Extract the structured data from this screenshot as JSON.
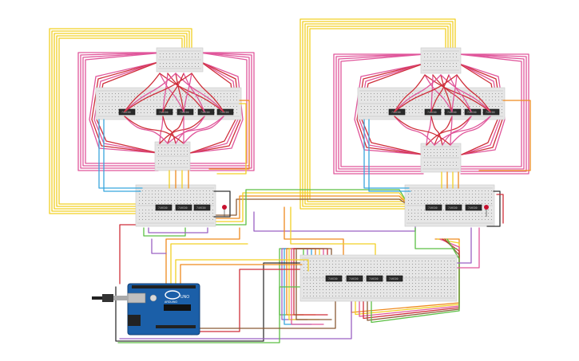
{
  "chip_label": "74HC00",
  "board": {
    "brand_text": "ARDUINO",
    "model_text": "UNO"
  },
  "colors": {
    "breadboard": "#e6e6e6",
    "chip": "#2b2b2b",
    "arduino": "#1b5fa8",
    "wire_yellow": "#f2d024",
    "wire_pink": "#e0569b",
    "wire_red": "#cf2f3a",
    "wire_orange": "#ef8a1e",
    "wire_blue": "#38a6dd",
    "wire_green": "#5cbf45",
    "wire_purple": "#9b62c4",
    "wire_brown": "#8a5a36",
    "wire_black": "#333333",
    "led_red": "#c8102e"
  },
  "icons": [
    "usb-cable-icon",
    "led-icon",
    "chip-icon"
  ]
}
